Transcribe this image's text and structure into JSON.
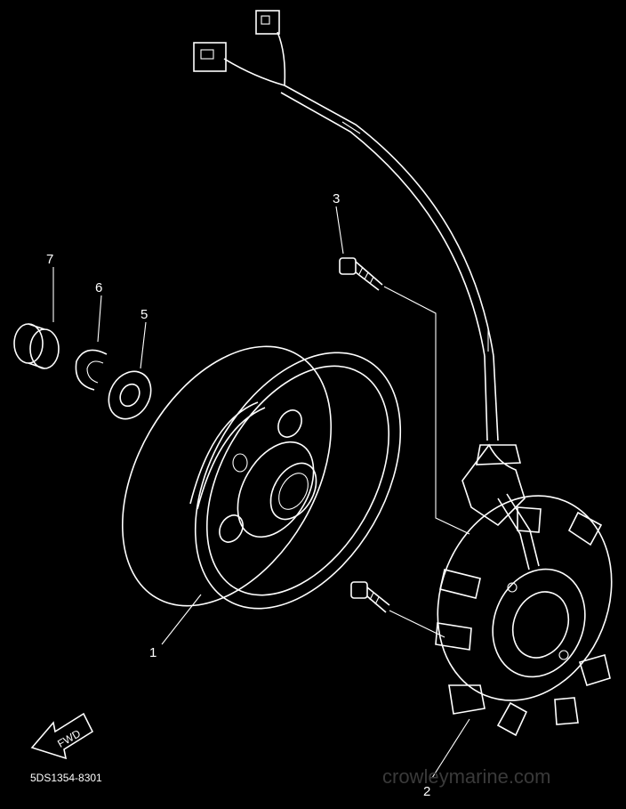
{
  "callouts": [
    "1",
    "2",
    "3",
    "5",
    "6",
    "7"
  ],
  "diagram_code": "5DS1354-8301",
  "fwd_label": "FWD",
  "watermark": "crowleymarine.com"
}
